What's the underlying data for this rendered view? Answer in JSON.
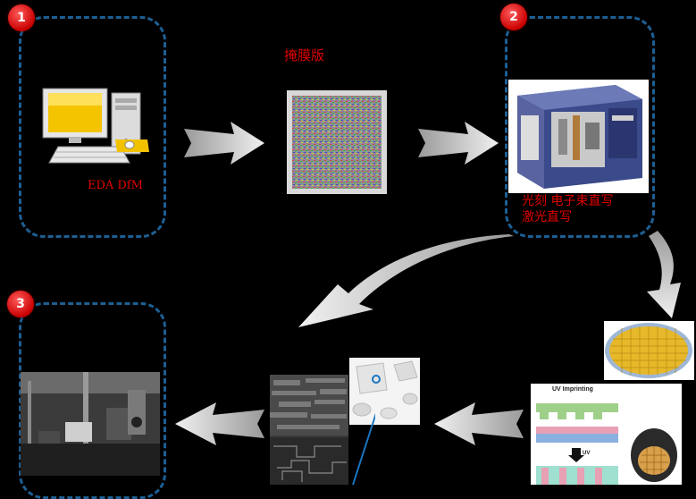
{
  "stages": [
    {
      "badge": "1"
    },
    {
      "badge": "2"
    },
    {
      "badge": "3"
    }
  ],
  "labels": {
    "mask": "掩膜版",
    "eda": "EDA DfM",
    "litho_line1": "光刻 电子束直写",
    "litho_line2": "激光直写",
    "uv_imprinting": "UV Imprinting",
    "uv": "UV"
  },
  "images": {
    "computer": "computer-workstation",
    "mask": "noise-mask-pattern",
    "lithography_machine": "lithography-machine",
    "wafer": "gold-wafer",
    "uv_imprinting": "uv-imprinting-diagram",
    "sem": "sem-micrographs",
    "chips": "white-chips-photo",
    "test_bench": "optical-test-bench"
  },
  "colors": {
    "dash": "#1d5f93",
    "badge": "#c90000",
    "label_red": "#e00000",
    "arrow": "#d9d9d9"
  }
}
